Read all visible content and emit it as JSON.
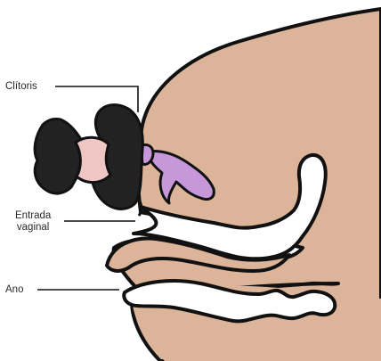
{
  "labels": {
    "clitoris": "Clítoris",
    "entrada_line1": "Entrada",
    "entrada_line2": "vaginal",
    "ano": "Ano"
  },
  "colors": {
    "skin": "#dcb499",
    "outline": "#111111",
    "vulva_dark": "#222222",
    "inner_pink": "#efc6c3",
    "clitoris_purple": "#c798d9",
    "canal": "#ffffff"
  }
}
